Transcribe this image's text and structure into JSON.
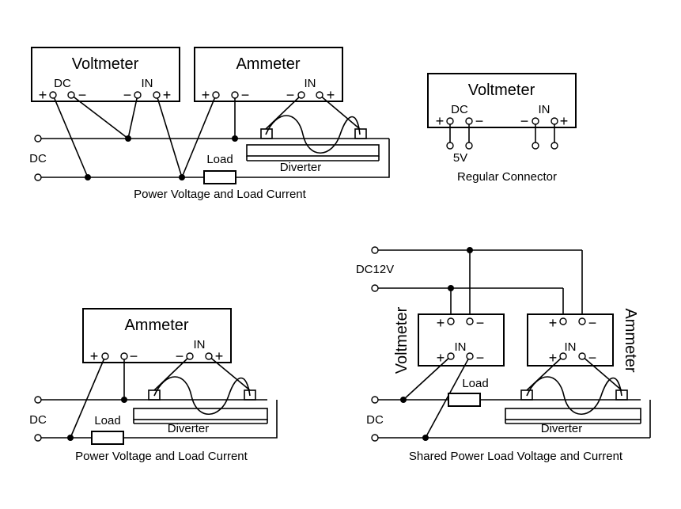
{
  "diagram1": {
    "voltmeter_title": "Voltmeter",
    "ammeter_title": "Ammeter",
    "dc_label": "DC",
    "in_label": "IN",
    "plus": "+",
    "minus": "−",
    "source_label": "DC",
    "load_label": "Load",
    "diverter_label": "Diverter",
    "caption": "Power Voltage and Load Current"
  },
  "diagram2": {
    "voltmeter_title": "Voltmeter",
    "dc_label": "DC",
    "in_label": "IN",
    "plus": "+",
    "minus": "−",
    "supply_label": "5V",
    "caption": "Regular Connector"
  },
  "diagram3": {
    "ammeter_title": "Ammeter",
    "in_label": "IN",
    "plus": "+",
    "minus": "−",
    "source_label": "DC",
    "load_label": "Load",
    "diverter_label": "Diverter",
    "caption": "Power Voltage and Load Current"
  },
  "diagram4": {
    "voltmeter_title": "Voltmeter",
    "ammeter_title": "Ammeter",
    "in_label": "IN",
    "plus": "+",
    "minus": "−",
    "supply_label": "DC12V",
    "source_label": "DC",
    "load_label": "Load",
    "diverter_label": "Diverter",
    "caption": "Shared Power Load Voltage and Current"
  }
}
